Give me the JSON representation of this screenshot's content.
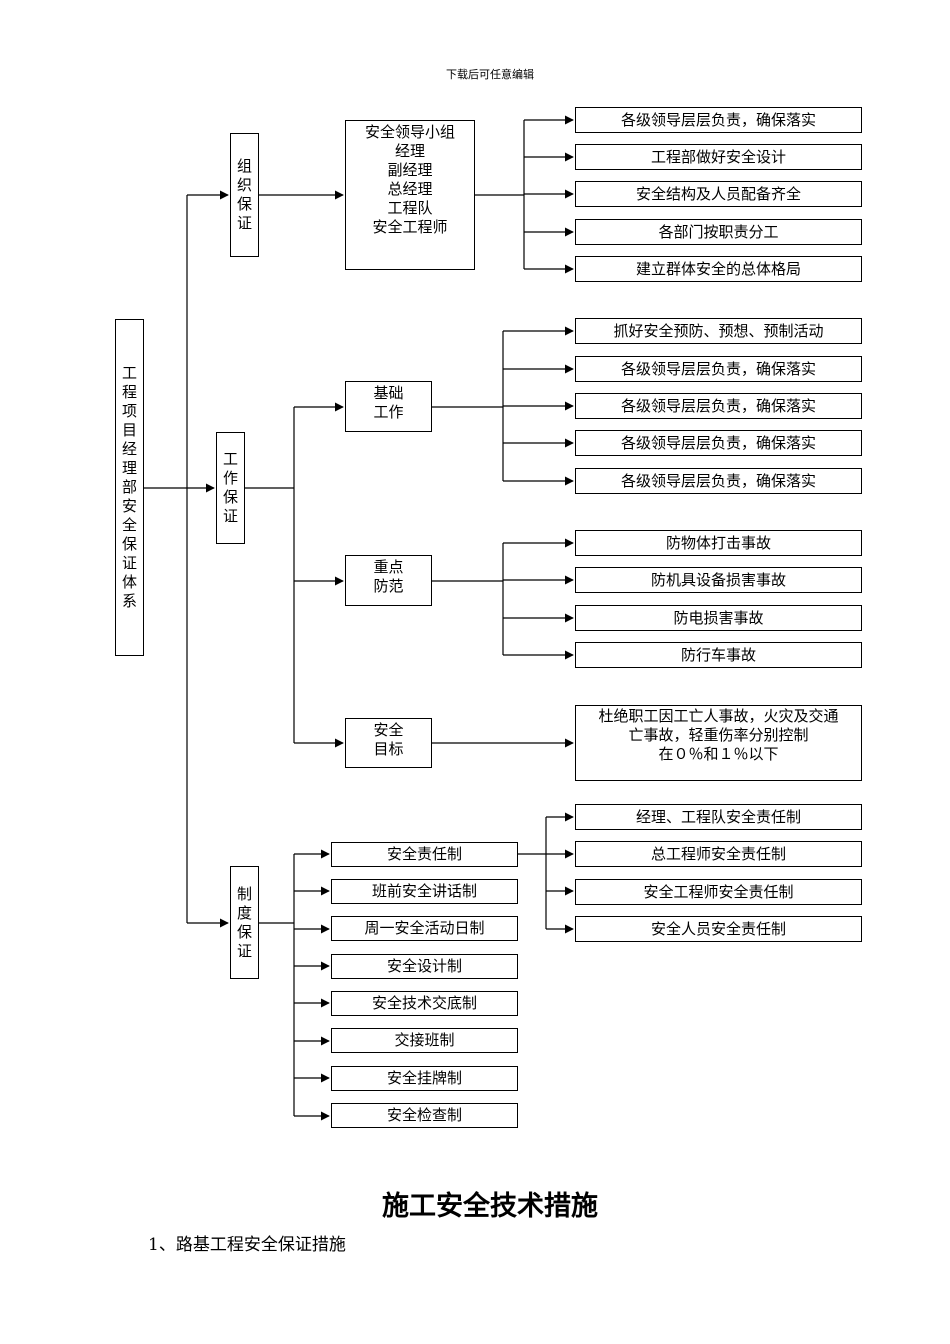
{
  "header": "下载后可任意编辑",
  "root": "工程项目经理部安全保证体系",
  "org": {
    "label": "组织保证",
    "group": [
      "安全领导小组",
      "经理",
      "副经理",
      "总经理",
      "工程队",
      "安全工程师"
    ],
    "items": [
      "各级领导层层负责，确保落实",
      "工程部做好安全设计",
      "安全结构及人员配备齐全",
      "各部门按职责分工",
      "建立群体安全的总体格局"
    ]
  },
  "work": {
    "label": "工作保证",
    "basic": {
      "label": "基础工作",
      "items": [
        "抓好安全预防、预想、预制活动",
        "各级领导层层负责，确保落实",
        "各级领导层层负责，确保落实",
        "各级领导层层负责，确保落实",
        "各级领导层层负责，确保落实"
      ]
    },
    "key": {
      "label": "重点防范",
      "items": [
        "防物体打击事故",
        "防机具设备损害事故",
        "防电损害事故",
        "防行车事故"
      ]
    },
    "goal": {
      "label": "安全目标",
      "lines": [
        "杜绝职工因工亡人事故，火灾及交通",
        "亡事故，轻重伤率分别控制",
        "在０％和１％以下"
      ]
    }
  },
  "sys": {
    "label": "制度保证",
    "items": [
      "安全责任制",
      "班前安全讲话制",
      "周一安全活动日制",
      "安全设计制",
      "安全技术交底制",
      "交接班制",
      "安全挂牌制",
      "安全检查制"
    ],
    "resp": [
      "经理、工程队安全责任制",
      "总工程师安全责任制",
      "安全工程师安全责任制",
      "安全人员安全责任制"
    ]
  },
  "title": "施工安全技术措施",
  "subtitle": "1、路基工程安全保证措施"
}
